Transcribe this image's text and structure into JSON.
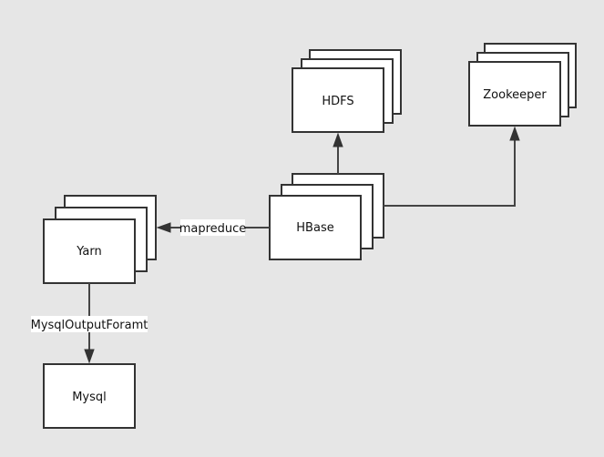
{
  "nodes": {
    "hdfs": "HDFS",
    "zookeeper": "Zookeeper",
    "hbase": "HBase",
    "yarn": "Yarn",
    "mysql": "Mysql"
  },
  "edges": {
    "hbase_to_yarn": "mapreduce",
    "yarn_to_mysql": "MysqlOutputForamt"
  }
}
